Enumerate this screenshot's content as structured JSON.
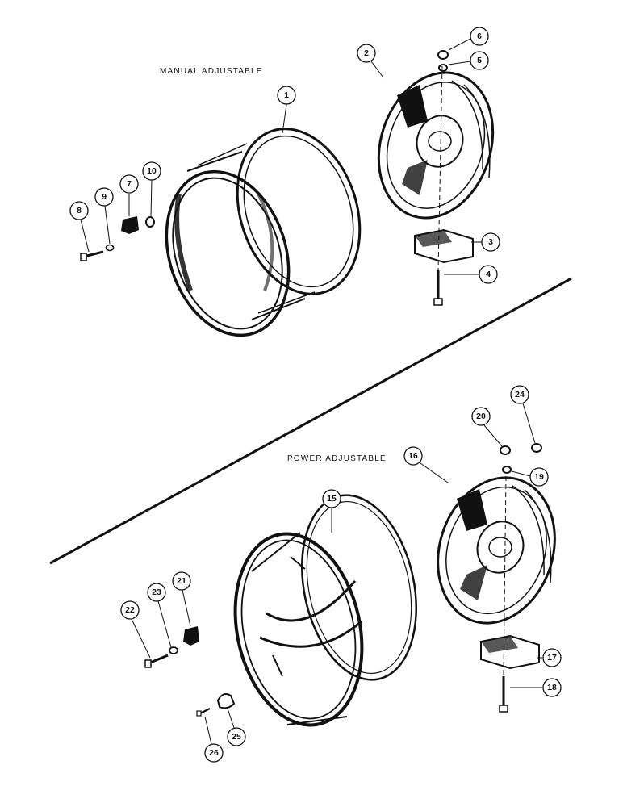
{
  "sections": {
    "manual": "MANUAL ADJUSTABLE",
    "power": "POWER ADJUSTABLE"
  },
  "callouts": [
    {
      "id": "1",
      "label": "1"
    },
    {
      "id": "2",
      "label": "2"
    },
    {
      "id": "3",
      "label": "3"
    },
    {
      "id": "4",
      "label": "4"
    },
    {
      "id": "5",
      "label": "5"
    },
    {
      "id": "6",
      "label": "6"
    },
    {
      "id": "7",
      "label": "7"
    },
    {
      "id": "8",
      "label": "8"
    },
    {
      "id": "9",
      "label": "9"
    },
    {
      "id": "10",
      "label": "10"
    },
    {
      "id": "15",
      "label": "15"
    },
    {
      "id": "16",
      "label": "16"
    },
    {
      "id": "17",
      "label": "17"
    },
    {
      "id": "18",
      "label": "18"
    },
    {
      "id": "19",
      "label": "19"
    },
    {
      "id": "20",
      "label": "20"
    },
    {
      "id": "21",
      "label": "21"
    },
    {
      "id": "22",
      "label": "22"
    },
    {
      "id": "23",
      "label": "23"
    },
    {
      "id": "24",
      "label": "24"
    },
    {
      "id": "25",
      "label": "25"
    },
    {
      "id": "26",
      "label": "26"
    }
  ]
}
